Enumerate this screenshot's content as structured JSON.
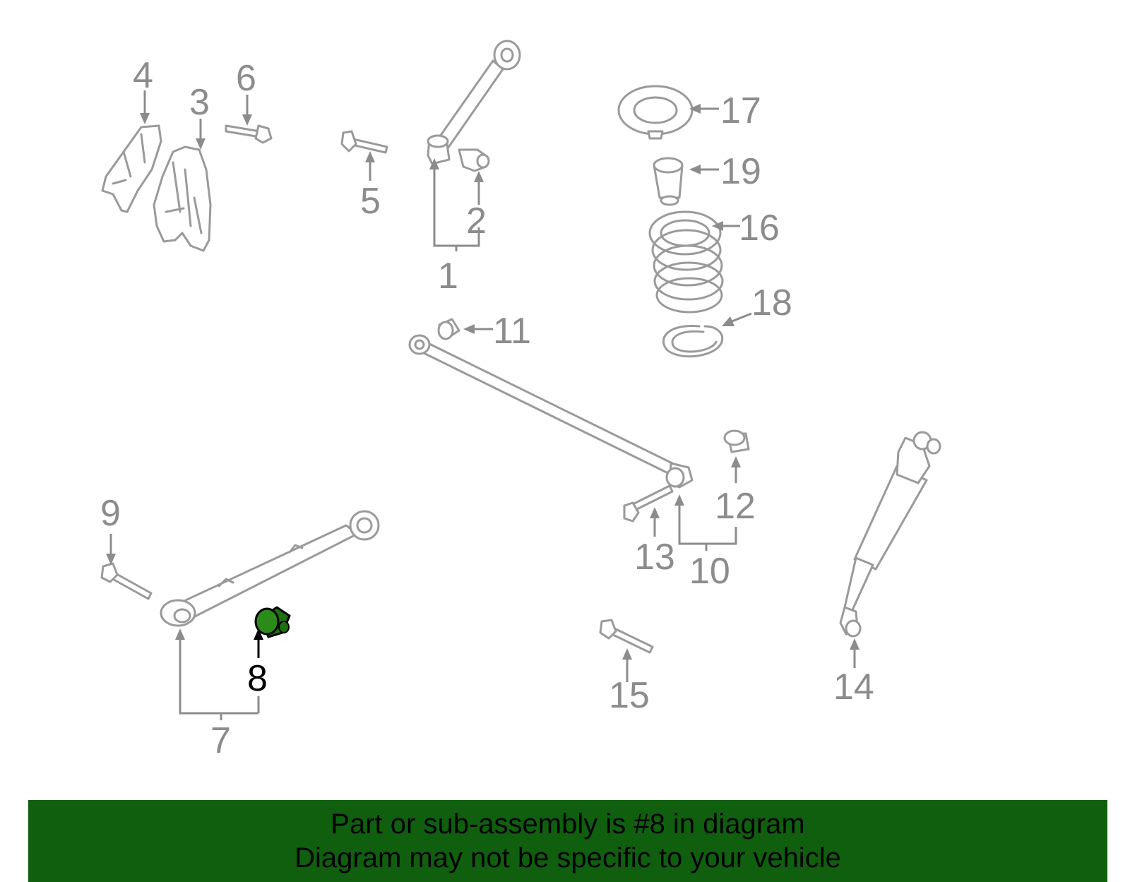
{
  "diagram": {
    "highlight_part": "8",
    "highlight_color": "#1f6e10",
    "labels": [
      "1",
      "2",
      "3",
      "4",
      "5",
      "6",
      "7",
      "8",
      "9",
      "10",
      "11",
      "12",
      "13",
      "14",
      "15",
      "16",
      "17",
      "18",
      "19"
    ]
  },
  "banner": {
    "background": "#0f5f0f",
    "line1": "Part or sub-assembly is #8 in diagram",
    "line2": "Diagram may not be specific to your vehicle"
  }
}
